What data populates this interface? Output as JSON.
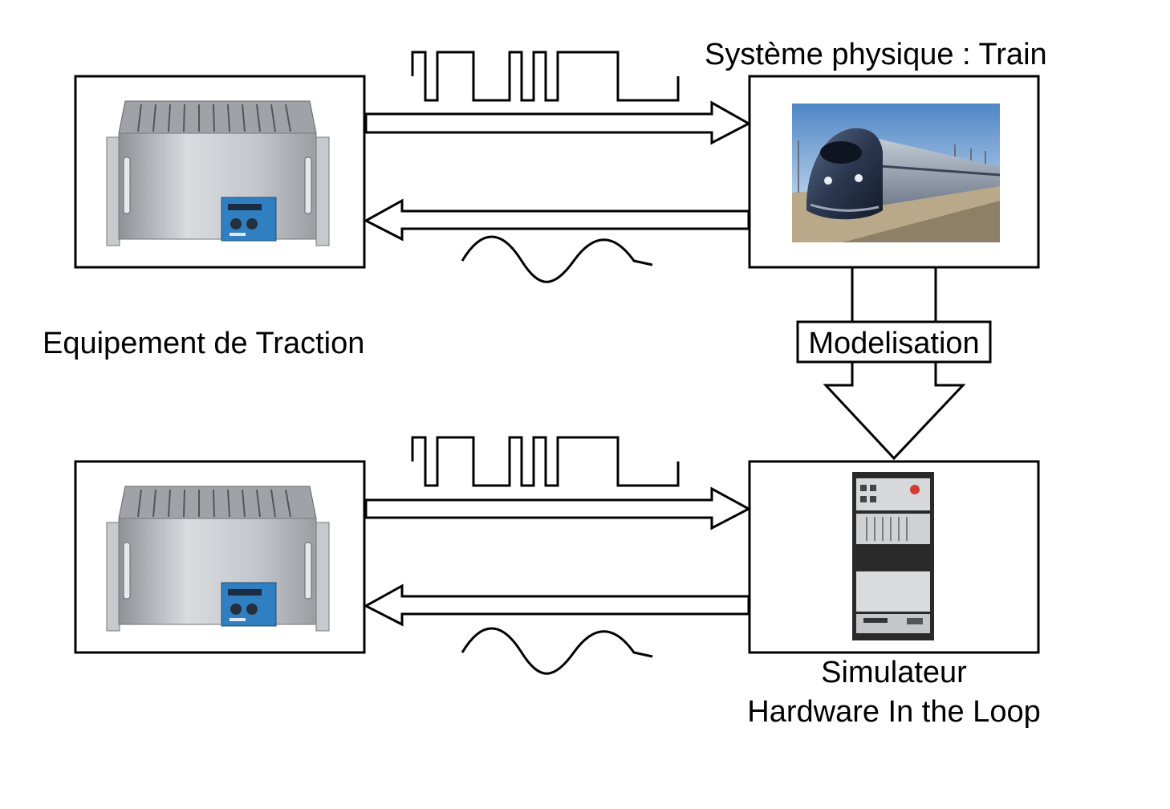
{
  "labels": {
    "train_system": "Système physique : Train",
    "traction_equipment": "Equipement de Traction",
    "modelisation": "Modelisation",
    "simulator_line1": "Simulateur",
    "simulator_line2": "Hardware In the Loop"
  },
  "colors": {
    "stroke": "#000000",
    "background": "#ffffff",
    "cabinet_steel": "#b9bcc0",
    "cabinet_panel": "#2f7fc1",
    "sky": "#6f9fd0",
    "train_body": "#2c3850",
    "hil_rack": "#2a2a2a"
  }
}
